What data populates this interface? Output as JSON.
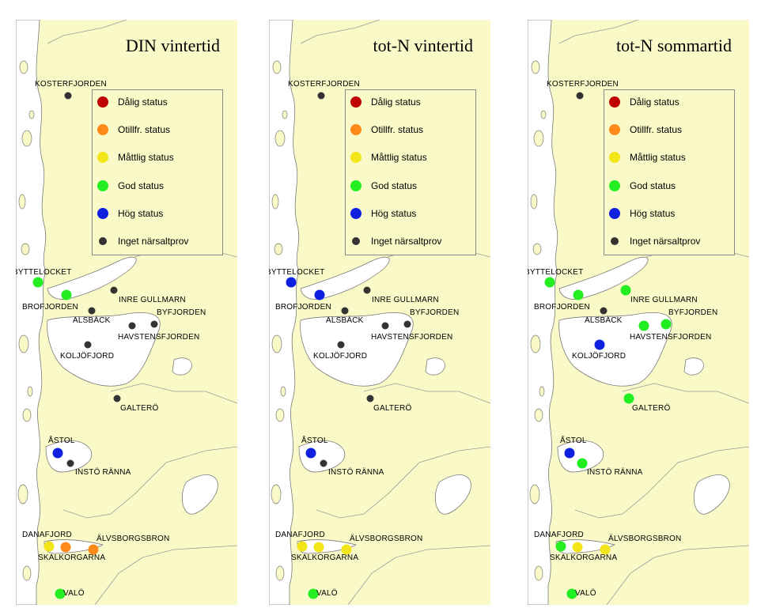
{
  "legend": [
    {
      "key": "dalig",
      "label": "Dålig status",
      "color": "#c00000"
    },
    {
      "key": "otillfr",
      "label": "Otillfr. status",
      "color": "#ff8a1a"
    },
    {
      "key": "mattlig",
      "label": "Måttlig status",
      "color": "#f2e61a"
    },
    {
      "key": "god",
      "label": "God status",
      "color": "#22ee22"
    },
    {
      "key": "hog",
      "label": "Hög status",
      "color": "#1020e0"
    },
    {
      "key": "inget",
      "label": "Inget närsaltprov",
      "color": "#333333"
    }
  ],
  "stations": [
    "KOSTERFJORDEN",
    "BYTTELOCKET",
    "BROFJORDEN",
    "INRE GULLMARN",
    "ALSBÄCK",
    "BYFJORDEN",
    "HAVSTENSFJORDEN",
    "KOLJÖFJORD",
    "GALTERÖ",
    "ÅSTOL",
    "INSTÖ RÄNNA",
    "DANAFJORD",
    "SKALKORGARNA",
    "ÄLVSBORGSBRON",
    "VALÖ"
  ],
  "maps": [
    {
      "title": "DIN vintertid",
      "status": {
        "KOSTERFJORDEN": "inget",
        "BYTTELOCKET": "god",
        "BROFJORDEN": "god",
        "INRE GULLMARN": "inget",
        "ALSBÄCK": "inget",
        "BYFJORDEN": "inget",
        "HAVSTENSFJORDEN": "inget",
        "KOLJÖFJORD": "inget",
        "GALTERÖ": "inget",
        "ÅSTOL": "hog",
        "INSTÖ RÄNNA": "inget",
        "DANAFJORD": "mattlig",
        "SKALKORGARNA": "otillfr",
        "ÄLVSBORGSBRON": "otillfr",
        "VALÖ": "god"
      }
    },
    {
      "title": "tot-N  vintertid",
      "status": {
        "KOSTERFJORDEN": "inget",
        "BYTTELOCKET": "hog",
        "BROFJORDEN": "hog",
        "INRE GULLMARN": "inget",
        "ALSBÄCK": "inget",
        "BYFJORDEN": "inget",
        "HAVSTENSFJORDEN": "inget",
        "KOLJÖFJORD": "inget",
        "GALTERÖ": "inget",
        "ÅSTOL": "hog",
        "INSTÖ RÄNNA": "inget",
        "DANAFJORD": "mattlig",
        "SKALKORGARNA": "mattlig",
        "ÄLVSBORGSBRON": "mattlig",
        "VALÖ": "god"
      }
    },
    {
      "title": "tot-N  sommartid",
      "status": {
        "KOSTERFJORDEN": "inget",
        "BYTTELOCKET": "god",
        "BROFJORDEN": "god",
        "INRE GULLMARN": "god",
        "ALSBÄCK": "inget",
        "BYFJORDEN": "god",
        "HAVSTENSFJORDEN": "god",
        "KOLJÖFJORD": "hog",
        "GALTERÖ": "god",
        "ÅSTOL": "hog",
        "INSTÖ RÄNNA": "god",
        "DANAFJORD": "god",
        "SKALKORGARNA": "mattlig",
        "ÄLVSBORGSBRON": "mattlig",
        "VALÖ": "god"
      }
    }
  ]
}
